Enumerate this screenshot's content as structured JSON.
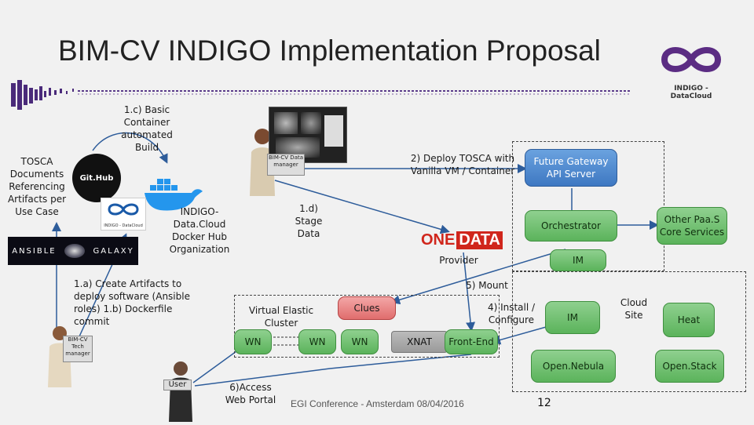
{
  "header": {
    "title": "BIM-CV INDIGO Implementation Proposal",
    "logo_caption": "INDIGO - DataCloud"
  },
  "labels": {
    "basic_container": "1.c) Basic Container automated Build",
    "tosca_docs": "TOSCA Documents Referencing Artifacts per Use Case",
    "github": "Git.Hub",
    "indigo_small_logo": "INDIGO - DataCloud",
    "ansible": "ANSIBLE",
    "galaxy": "GALAXY",
    "docker_hub": "INDIGO-Data.Cloud Docker Hub Organization",
    "bimcv_data_manager": "BIM-CV Data manager",
    "stage_data": "1.d) Stage Data",
    "deploy_tosca": "2) Deploy TOSCA with Vanilla VM / Container",
    "onedata_one": "ONE",
    "onedata_data": "DATA",
    "provider": "Provider",
    "create_artifacts": "1.a) Create Artifacts to deploy software (Ansible roles) 1.b) Dockerfile commit",
    "mount": "5) Mount",
    "install_configure": "4) Install / Configure",
    "virtual_elastic_cluster": "Virtual Elastic Cluster",
    "bimcv_tech_manager": "BIM-CV Tech manager",
    "user": "User",
    "access_portal": "6)Access Web Portal",
    "footer": "EGI Conference - Amsterdam 08/04/2016",
    "page_number": "12",
    "cloud_site": "Cloud Site"
  },
  "boxes": {
    "future_gateway": "Future Gateway API Server",
    "orchestrator": "Orchestrator",
    "paas_core": "Other Paa.S Core Services",
    "im_top": "IM",
    "clues": "Clues",
    "wn1": "WN",
    "wn2": "WN",
    "wn3": "WN",
    "xnat": "XNAT",
    "frontend": "Front-End",
    "im_site": "IM",
    "heat": "Heat",
    "opennebula": "Open.Nebula",
    "openstack": "Open.Stack"
  },
  "colors": {
    "green_box": "#6dbb6d",
    "red_box": "#e06d6d",
    "blue_box": "#3e78c2",
    "indigo_purple": "#5b2c83",
    "onedata_red": "#d0261c"
  }
}
